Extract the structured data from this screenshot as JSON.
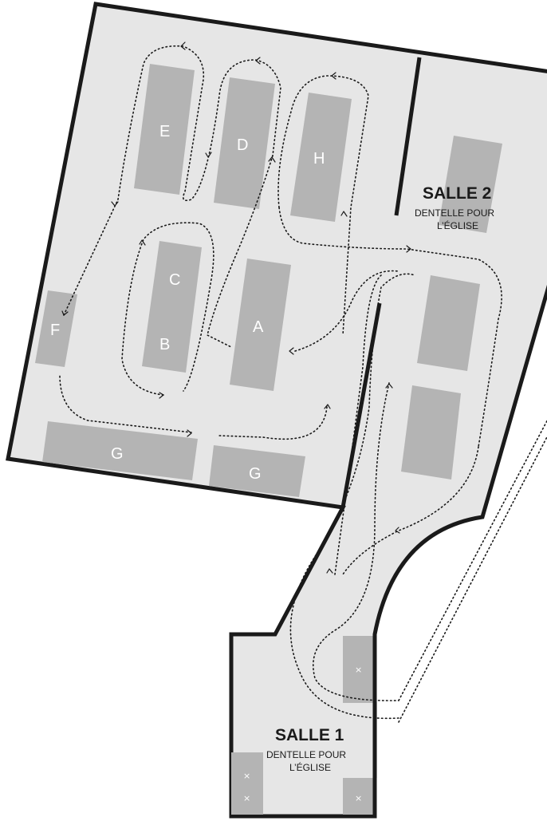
{
  "rooms": {
    "salle2": {
      "title": "SALLE 2",
      "subtitle_line1": "DENTELLE POUR",
      "subtitle_line2": "L’ÉGLISE"
    },
    "salle1": {
      "title": "SALLE 1",
      "subtitle_line1": "DENTELLE POUR",
      "subtitle_line2": "L’ÉGLISE"
    }
  },
  "vitrines": {
    "E": "E",
    "D": "D",
    "H": "H",
    "C": "C",
    "B": "B",
    "A": "A",
    "F": "F",
    "G1": "G",
    "G2": "G"
  },
  "marks": {
    "x": "×"
  },
  "colors": {
    "floor": "#e6e6e6",
    "walls": "#1a1a1a",
    "vitrine": "#b4b4b4",
    "route": "#1a1a1a"
  }
}
